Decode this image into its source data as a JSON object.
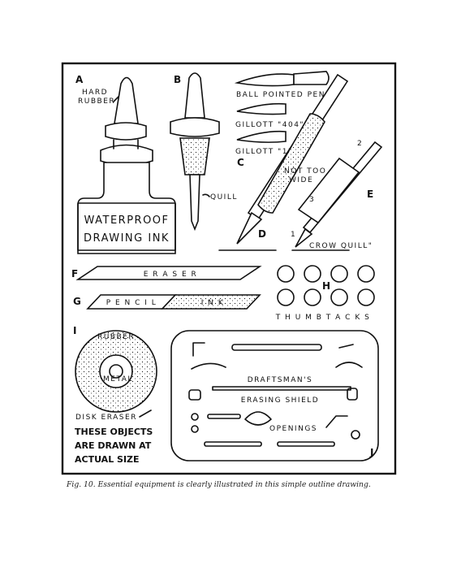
{
  "letters": {
    "a": "A",
    "b": "B",
    "c": "C",
    "d": "D",
    "e": "E",
    "f": "F",
    "g": "G",
    "h": "H",
    "i": "I",
    "j": "J",
    "one": "1",
    "two": "2",
    "three": "3"
  },
  "labels": {
    "hard_rubber_1": "HARD",
    "hard_rubber_2": "RUBBER",
    "ink_bottle_1": "WATERPROOF",
    "ink_bottle_2": "DRAWING INK",
    "quill": "QUILL",
    "ball_pointed_pen": "BALL POINTED PEN",
    "gillott_404": "GILLOTT \"404\"",
    "gillott_170": "GILLOTT \"170\"",
    "not_too_1": "NOT TOO",
    "not_too_2": "WIDE",
    "crow_quill": "CROW QUILL\"",
    "eraser": "E R A S E R",
    "pencil": "P E N C I L",
    "ink": "I N K",
    "thumb_tacks": "T H U M B   T A C K S",
    "rubber": "RUBBER",
    "metal": "METAL",
    "disk_eraser": "DISK ERASER",
    "note_1": "THESE OBJECTS",
    "note_2": "ARE DRAWN AT",
    "note_3": "ACTUAL SIZE",
    "shield_1": "DRAFTSMAN'S",
    "shield_2": "ERASING SHIELD",
    "openings": "OPENINGS"
  },
  "caption": "Fig. 10. Essential equipment is clearly illustrated in this simple outline drawing."
}
